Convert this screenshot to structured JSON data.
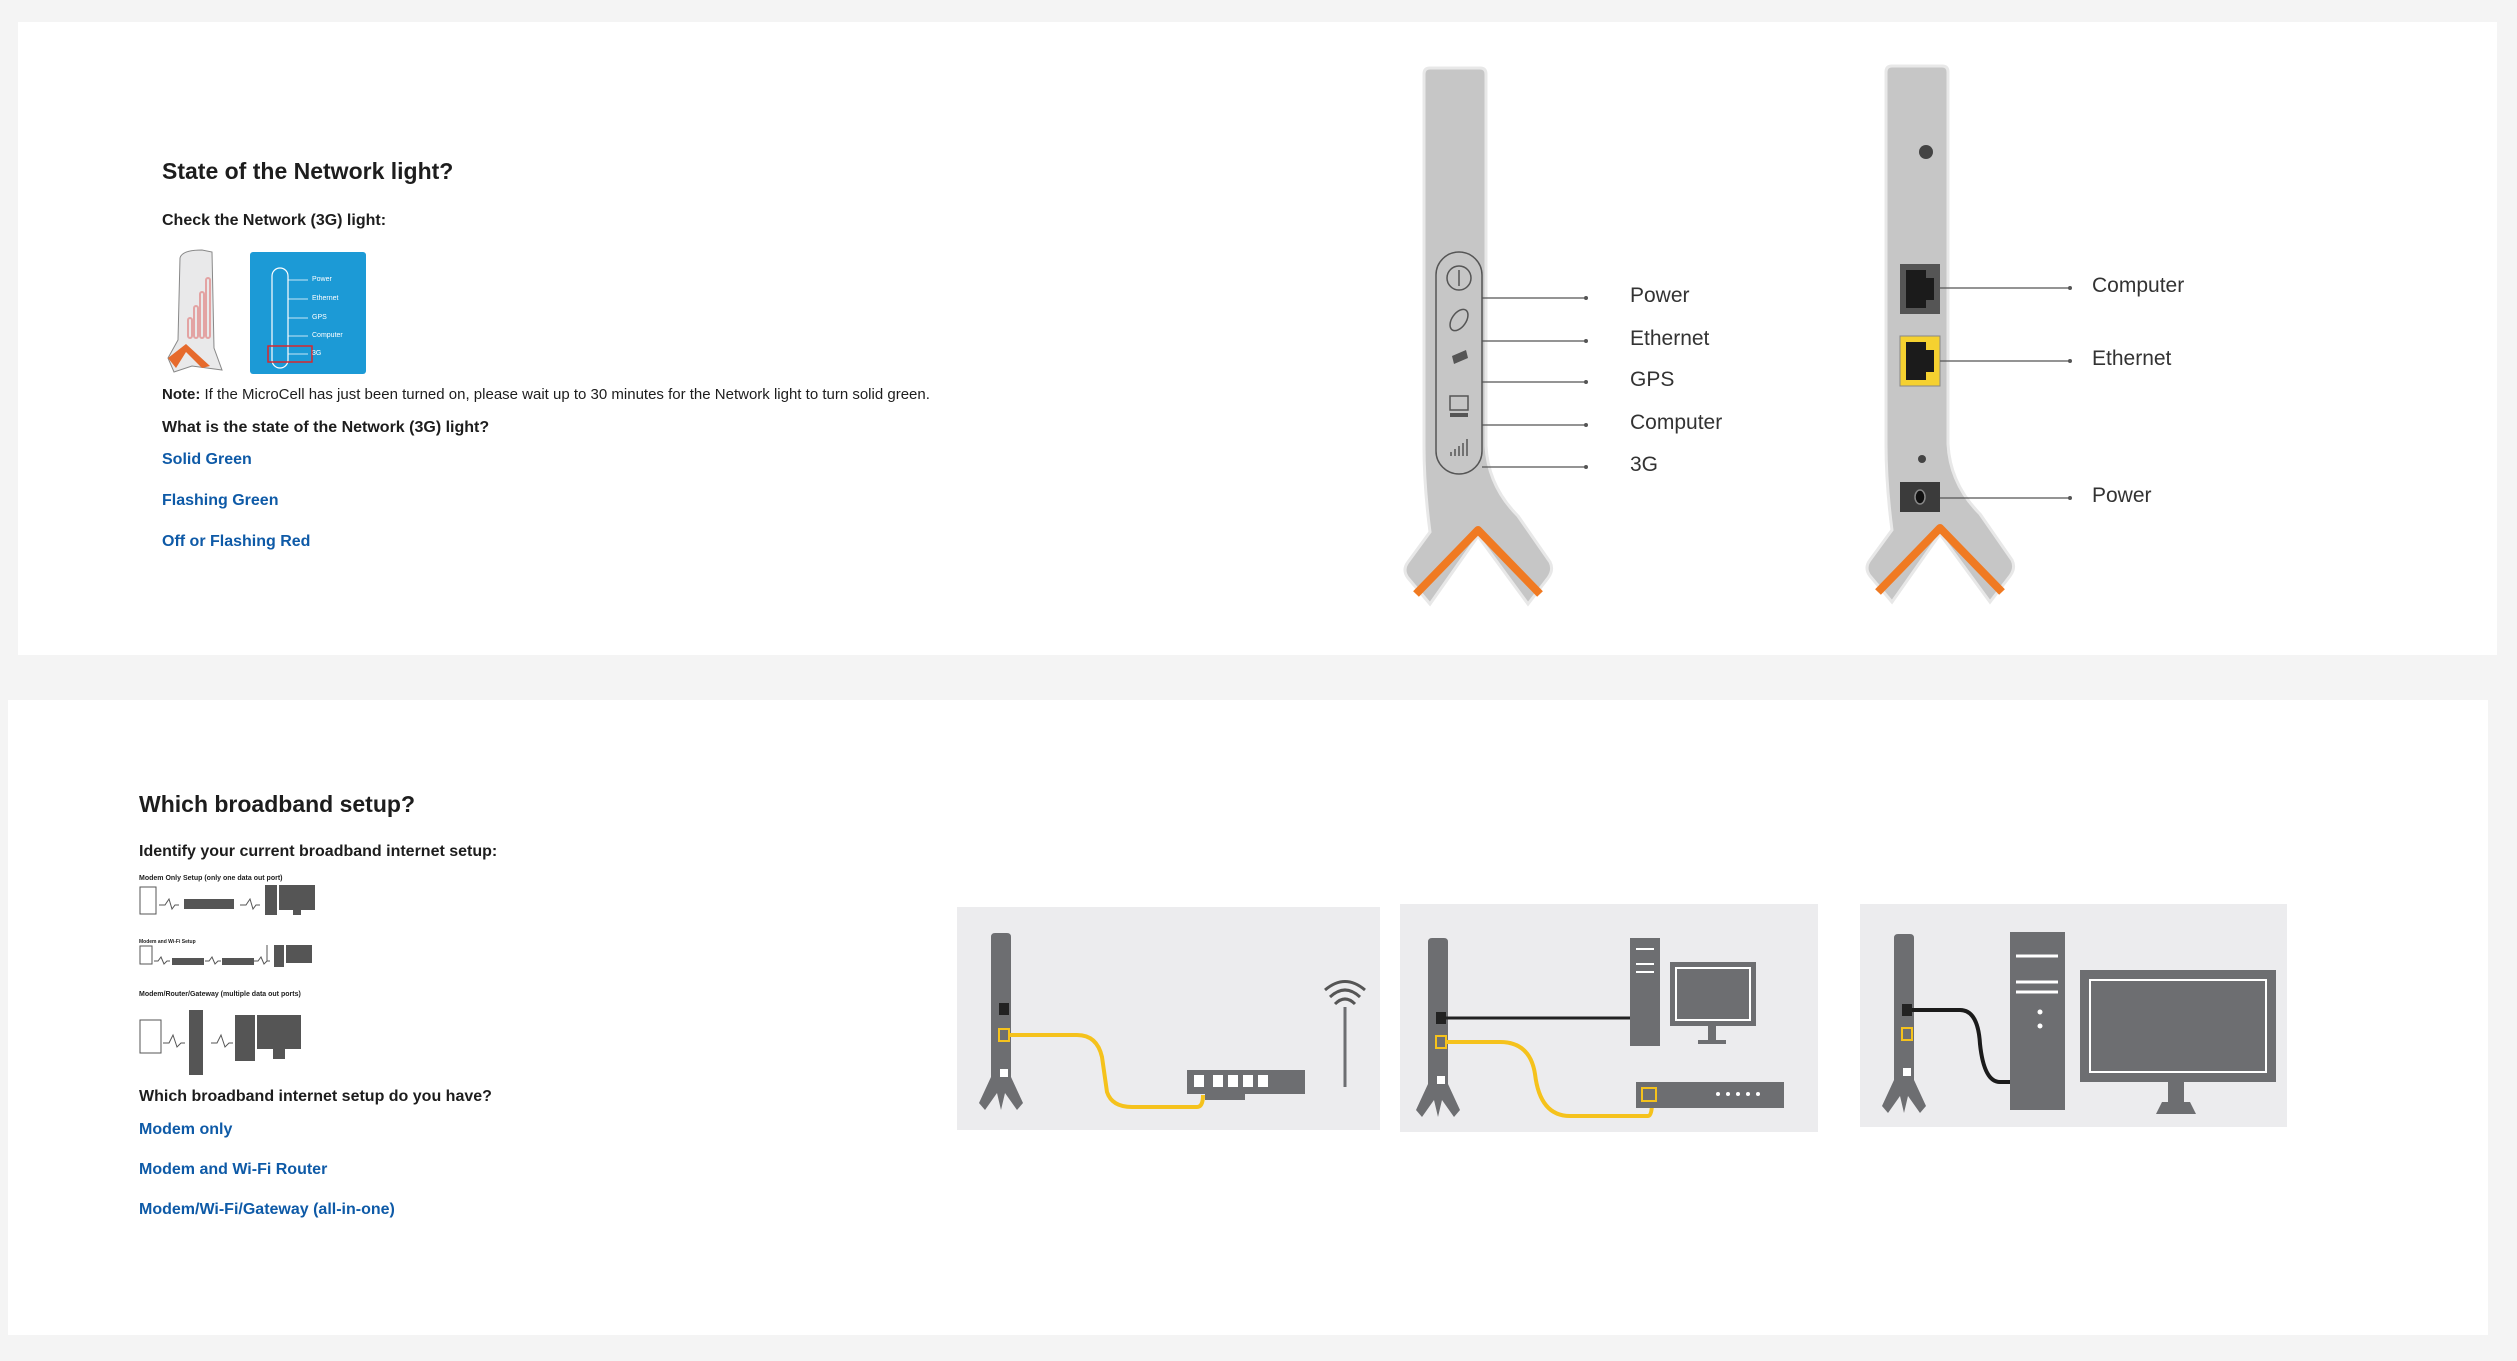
{
  "network_section": {
    "title": "State of the Network light?",
    "instruction": "Check the Network (3G) light:",
    "note_label": "Note:",
    "note_text": " If the MicroCell has just been turned on, please wait up to 30 minutes for the Network light to turn solid green.",
    "question": "What is the state of the Network (3G) light?",
    "options": [
      "Solid Green",
      "Flashing Green",
      "Off or Flashing Red"
    ],
    "front_labels": [
      "Power",
      "Ethernet",
      "GPS",
      "Computer",
      "3G"
    ],
    "back_labels": [
      "Computer",
      "Ethernet",
      "Power"
    ],
    "thumbnail_labels": [
      "Power",
      "Ethernet",
      "GPS",
      "Computer",
      "3G"
    ]
  },
  "broadband_section": {
    "title": "Which broadband setup?",
    "instruction": "Identify your current broadband internet setup:",
    "setup_captions": [
      "Modem Only Setup (only one data out port)",
      "Modem and Wi-Fi Setup",
      "Modem/Router/Gateway (multiple data out ports)"
    ],
    "question": "Which broadband internet setup do you have?",
    "options": [
      "Modem only",
      "Modem and Wi-Fi Router",
      "Modem/Wi-Fi/Gateway (all-in-one)"
    ]
  },
  "colors": {
    "link": "#0e5aa7",
    "accent_orange": "#f07a22",
    "port_yellow": "#f5d130",
    "device_gray": "#c6c6c6",
    "diagram_gray": "#6d6e71"
  }
}
